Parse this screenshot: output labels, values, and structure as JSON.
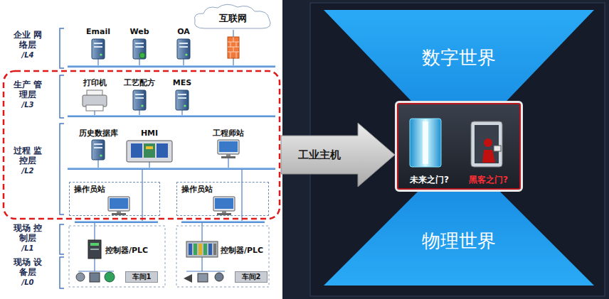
{
  "diagram": {
    "nodes": [
      {
        "text": [
          "互联网"
        ]
      },
      {
        "text": [
          "操作员站"
        ]
      },
      {
        "text": [
          "操作员站"
        ]
      },
      {
        "text": [
          "车间1"
        ]
      },
      {
        "text": [
          "车间2"
        ]
      },
      {
        "text": [
          "工业主机"
        ]
      },
      {
        "text": [
          "数字世界"
        ]
      },
      {
        "text": [
          "物理世界"
        ]
      },
      {
        "text": [
          "未来之门?",
          "黑客之门?"
        ]
      }
    ],
    "labels": [
      "企业 网络层",
      "/L4",
      "Email",
      "Web",
      "OA",
      "生产 管理层",
      "/L3",
      "打印机",
      "工艺配方",
      "MES",
      "过程 监控层",
      "/L2",
      "历史数据库",
      "HMI",
      "工程师站",
      "现场 控制层",
      "/L1",
      "控制器/PLC",
      "控制器/PLC",
      "现场 设备层",
      "/L0"
    ]
  }
}
